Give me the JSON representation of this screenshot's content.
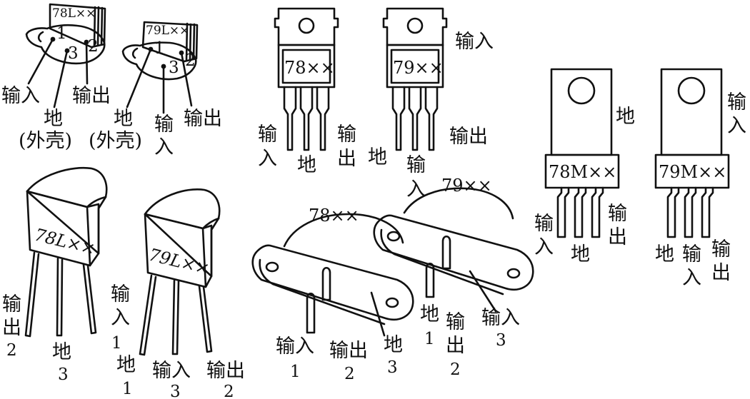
{
  "small_regulator_78L": {
    "part": "78L××",
    "pins": [
      "1",
      "3",
      "2"
    ],
    "labels": {
      "input": "输入",
      "output": "输出",
      "ground": "地",
      "case": "(外壳)"
    }
  },
  "small_regulator_79L": {
    "part": "79L××",
    "pins": [
      "1",
      "3",
      "2"
    ],
    "labels": {
      "ground": "地",
      "case": "(外壳)",
      "input_a": "输",
      "input_b": "入",
      "output": "输出"
    }
  },
  "to220_78": {
    "part": "78××",
    "labels": {
      "input_a": "输",
      "input_b": "入",
      "ground": "地",
      "output_a": "输",
      "output_b": "出"
    }
  },
  "to220_79": {
    "part": "79××",
    "labels": {
      "input": "输入",
      "ground": "地",
      "input_a": "输",
      "input_b": "入",
      "output": "输出"
    }
  },
  "to92_78L": {
    "part": "78L××",
    "labels": {
      "output_a": "输",
      "output_b": "出",
      "output_num": "2",
      "ground": "地",
      "ground_num": "3"
    }
  },
  "to92_79L": {
    "part": "79L××",
    "labels": {
      "input_a": "输",
      "input_b": "入",
      "input_num": "1",
      "ground": "地",
      "ground_num": "1",
      "input": "输入",
      "input_num2": "3",
      "output": "输出",
      "output_num": "2"
    }
  },
  "to3_78": {
    "part": "78××",
    "labels": {
      "input": "输入",
      "input_num": "1",
      "output": "输出",
      "output_num": "2",
      "ground": "地",
      "ground_num": "3"
    }
  },
  "to3_79": {
    "part": "79××",
    "labels": {
      "ground": "地",
      "ground_num": "1",
      "output_a": "输",
      "output_b": "出",
      "output_num": "2",
      "input": "输入",
      "input_num": "3"
    }
  },
  "to220m_78M": {
    "part": "78M××",
    "labels": {
      "ground": "地",
      "input_a": "输",
      "input_b": "入",
      "ground2": "地",
      "output_a": "输",
      "output_b": "出"
    }
  },
  "to220m_79M": {
    "part": "79M××",
    "labels": {
      "input_a": "输",
      "input_b": "入",
      "ground": "地",
      "input2_a": "输",
      "input2_b": "入",
      "output_a": "输",
      "output_b": "出"
    }
  }
}
